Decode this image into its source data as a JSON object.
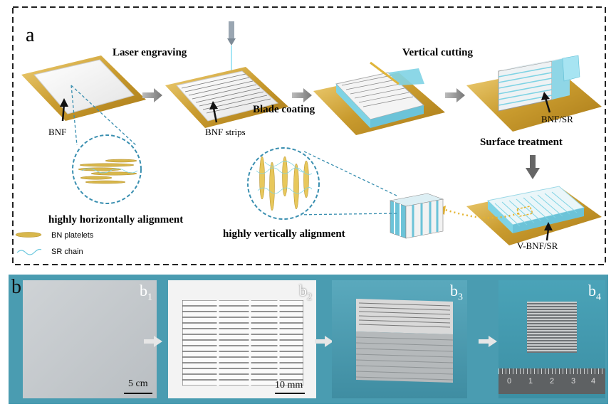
{
  "panel_a": {
    "label": "a",
    "steps": {
      "laser": "Laser engraving",
      "vertical_cutting": "Vertical cutting",
      "blade": "Blade coating",
      "surface": "Surface treatment"
    },
    "materials": {
      "bnf": "BNF",
      "strips": "BNF strips",
      "bnf_sr": "BNF/SR",
      "vbnf_sr": "V-BNF/SR"
    },
    "alignment": {
      "horizontal": "highly horizontally alignment",
      "vertical": "highly vertically alignment"
    },
    "legend": {
      "platelets": "BN platelets",
      "chain": "SR chain"
    },
    "colors": {
      "gold": "#c9a233",
      "cyan": "#7fd3e4",
      "dash": "#3a8fb0",
      "frame": "#222222"
    }
  },
  "panel_b": {
    "label": "b",
    "photos": [
      {
        "id": "b1",
        "letter": "b",
        "index": "1",
        "scale": "5 cm"
      },
      {
        "id": "b2",
        "letter": "b",
        "index": "2",
        "scale": "10 mm"
      },
      {
        "id": "b3",
        "letter": "b",
        "index": "3"
      },
      {
        "id": "b4",
        "letter": "b",
        "index": "4",
        "ruler": [
          "0",
          "1",
          "2",
          "3",
          "4"
        ]
      }
    ],
    "colors": {
      "background": "#4a9cb1"
    }
  }
}
